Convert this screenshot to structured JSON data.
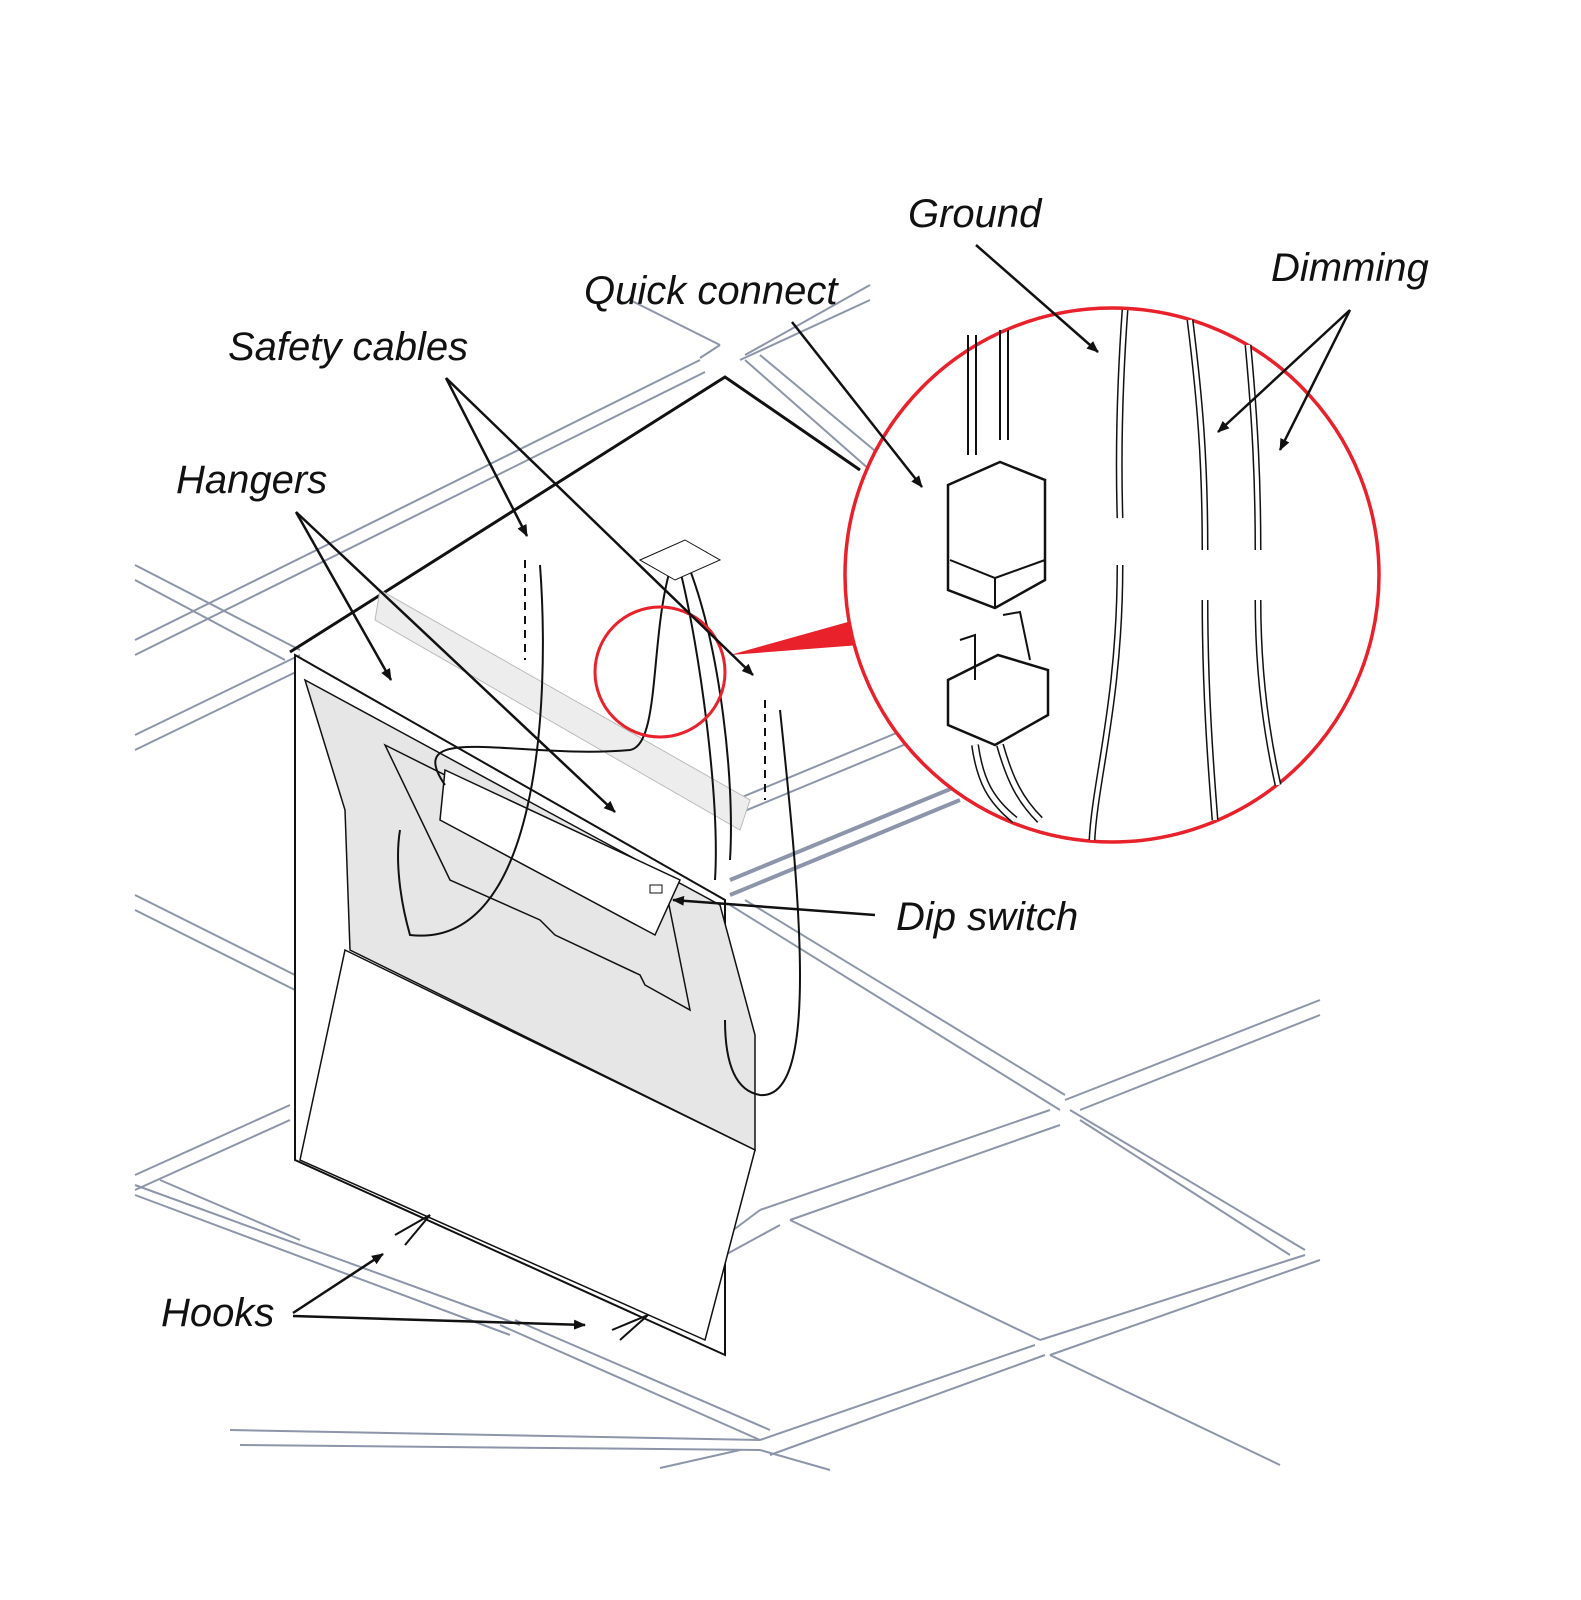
{
  "labels": {
    "ground": "Ground",
    "dimming": "Dimming",
    "quick_connect": "Quick connect",
    "safety_cables": "Safety cables",
    "hangers": "Hangers",
    "dip_switch": "Dip switch",
    "hooks": "Hooks"
  },
  "colors": {
    "callout": "#e8212b",
    "ceiling_grid": "#8c95aa",
    "panel_fill": "#e6e6e6",
    "ink": "#111111"
  }
}
